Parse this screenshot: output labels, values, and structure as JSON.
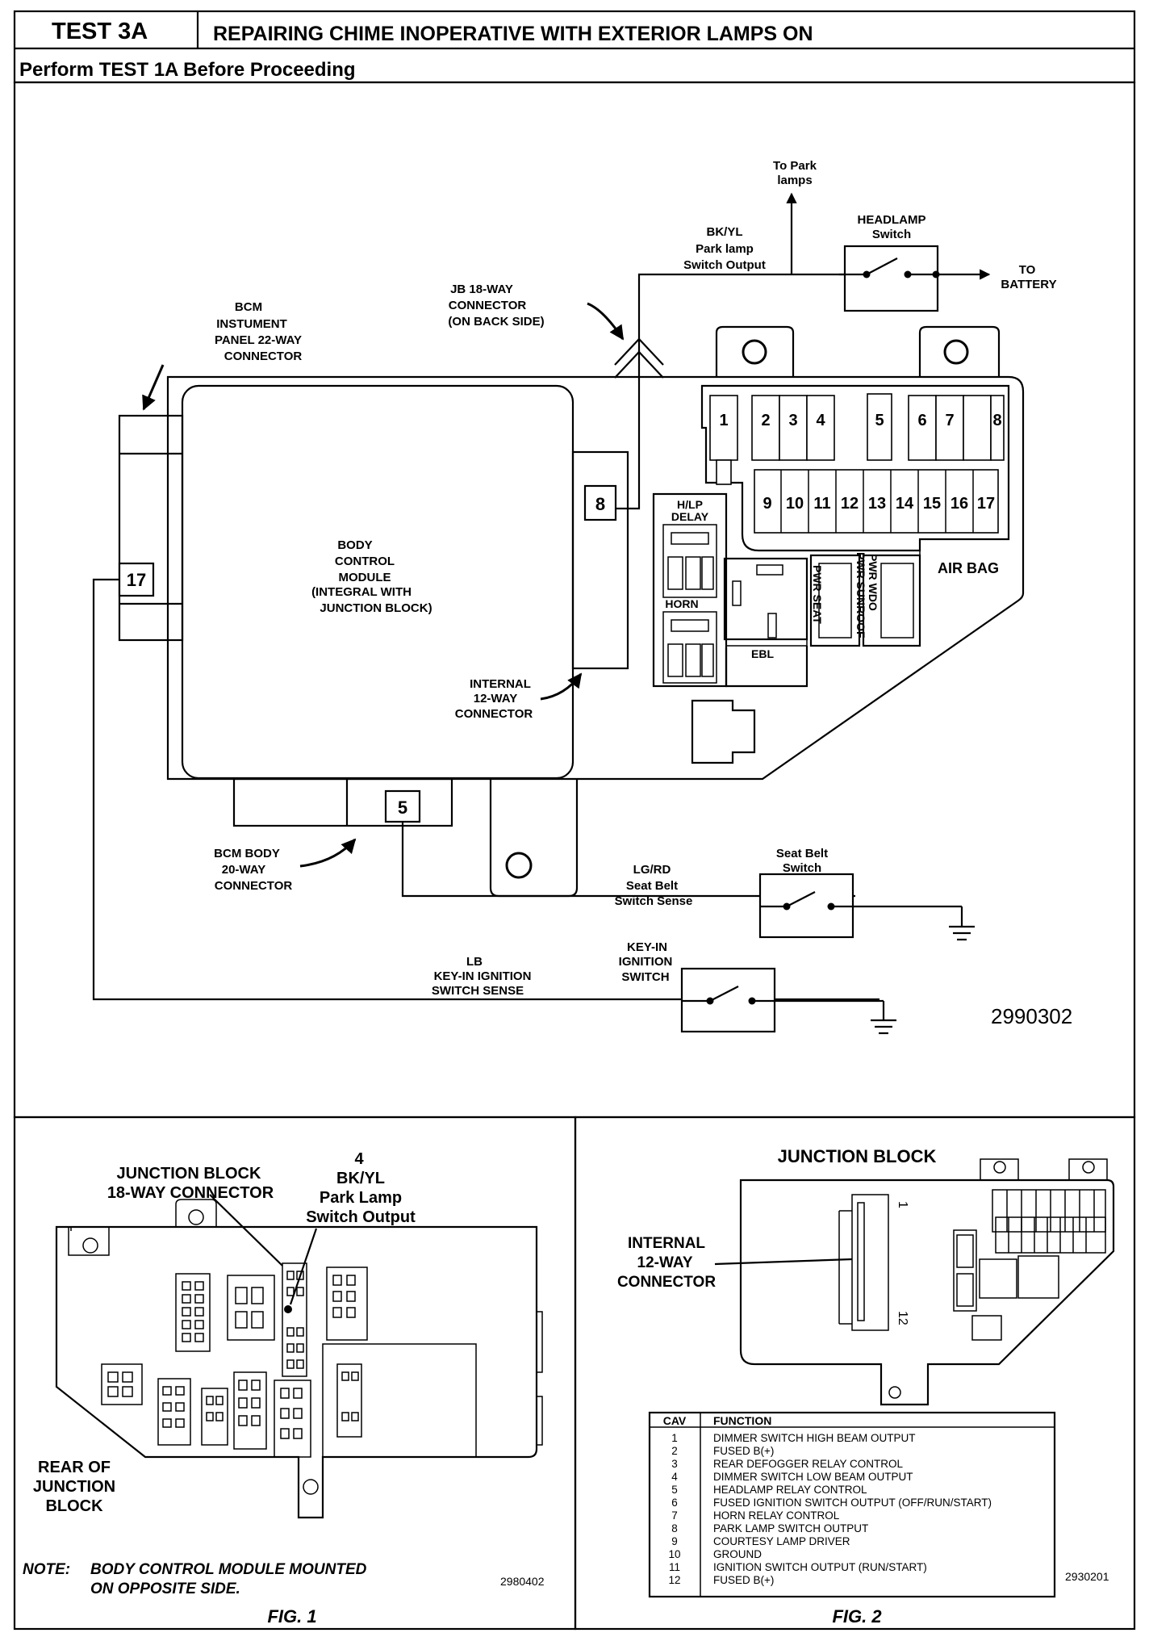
{
  "header": {
    "test_id": "TEST 3A",
    "title": "REPAIRING CHIME INOPERATIVE WITH EXTERIOR LAMPS ON",
    "subtitle": "Perform TEST 1A Before Proceeding"
  },
  "main_diagram": {
    "figure_number": "2990302",
    "labels": {
      "to_park_lamps": [
        "To Park",
        "lamps"
      ],
      "park_lamp_wire": [
        "BK/YL",
        "Park lamp",
        "Switch Output"
      ],
      "headlamp_switch": [
        "HEADLAMP",
        "Switch"
      ],
      "to_battery": [
        "TO",
        "BATTERY"
      ],
      "jb_connector": [
        "JB 18-WAY",
        "CONNECTOR",
        "(ON BACK SIDE)"
      ],
      "bcm_ip_connector": [
        "BCM",
        "INSTUMENT",
        "PANEL 22-WAY",
        "CONNECTOR"
      ],
      "bcm": [
        "BODY",
        "CONTROL",
        "MODULE",
        "(INTEGRAL WITH",
        "JUNCTION BLOCK)"
      ],
      "internal_connector": [
        "INTERNAL",
        "12-WAY",
        "CONNECTOR"
      ],
      "bcm_body_connector": [
        "BCM BODY",
        "20-WAY",
        "CONNECTOR"
      ],
      "seat_belt_wire": [
        "LG/RD",
        "Seat Belt",
        "Switch  Sense"
      ],
      "seat_belt_switch": [
        "Seat Belt",
        "Switch"
      ],
      "key_in_wire": [
        "LB",
        "KEY-IN  IGNITION",
        "SWITCH SENSE"
      ],
      "key_in_switch": [
        "KEY-IN",
        "IGNITION",
        "SWITCH"
      ],
      "hlp_delay": [
        "H/LP",
        "DELAY"
      ],
      "horn": "HORN",
      "ebl": "EBL",
      "air_bag": "AIR BAG",
      "pwr_seat": "PWR SEAT",
      "pwr_sunroof": "PWR SUNROOF",
      "pwr_wdo": "PWR WDO"
    },
    "pins": {
      "pin8": "8",
      "pin17": "17",
      "pin5": "5"
    },
    "fuses_top": [
      "1",
      "2",
      "3",
      "4",
      "5",
      "6",
      "7",
      "8"
    ],
    "fuses_bottom": [
      "9",
      "10",
      "11",
      "12",
      "13",
      "14",
      "15",
      "16",
      "17"
    ]
  },
  "fig1": {
    "caption": "FIG. 1",
    "figure_number": "2980402",
    "jb_connector_label": [
      "JUNCTION BLOCK",
      "18-WAY CONNECTOR"
    ],
    "pin_label": [
      "4",
      "BK/YL",
      "Park Lamp",
      "Switch Output"
    ],
    "rear_label": [
      "REAR OF",
      "JUNCTION",
      "BLOCK"
    ],
    "note_prefix": "NOTE:",
    "note_lines": [
      "BODY CONTROL MODULE MOUNTED",
      "ON OPPOSITE SIDE."
    ]
  },
  "fig2": {
    "caption": "FIG. 2",
    "figure_number": "2930201",
    "title": "JUNCTION BLOCK",
    "internal_label": [
      "INTERNAL",
      "12-WAY",
      "CONNECTOR"
    ],
    "pin_first": "1",
    "pin_last": "12",
    "table": {
      "headers": [
        "CAV",
        "FUNCTION"
      ],
      "rows": [
        [
          "1",
          "DIMMER SWITCH HIGH BEAM OUTPUT"
        ],
        [
          "2",
          "FUSED B(+)"
        ],
        [
          "3",
          "REAR DEFOGGER RELAY CONTROL"
        ],
        [
          "4",
          "DIMMER SWITCH LOW BEAM OUTPUT"
        ],
        [
          "5",
          "HEADLAMP RELAY CONTROL"
        ],
        [
          "6",
          "FUSED IGNITION SWITCH OUTPUT (OFF/RUN/START)"
        ],
        [
          "7",
          "HORN RELAY CONTROL"
        ],
        [
          "8",
          "PARK LAMP SWITCH OUTPUT"
        ],
        [
          "9",
          "COURTESY LAMP DRIVER"
        ],
        [
          "10",
          "GROUND"
        ],
        [
          "11",
          "IGNITION SWITCH OUTPUT (RUN/START)"
        ],
        [
          "12",
          "FUSED B(+)"
        ]
      ]
    }
  }
}
